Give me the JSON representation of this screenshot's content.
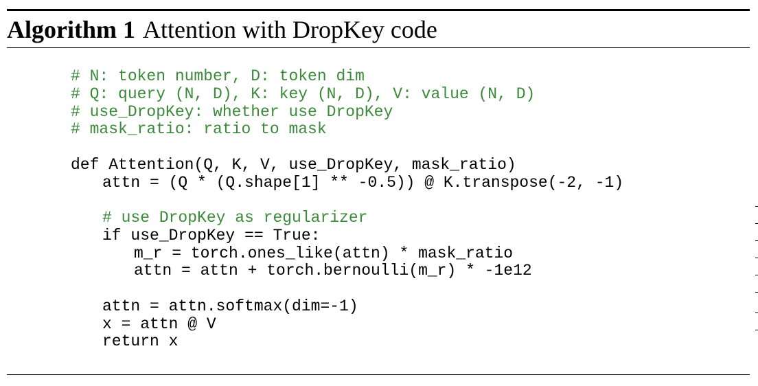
{
  "algorithm": {
    "label": "Algorithm 1",
    "title": "Attention with DropKey code"
  },
  "code_lines": [
    {
      "text": "# N: token number, D: token dim",
      "kind": "comment"
    },
    {
      "text": "# Q: query (N, D), K: key (N, D), V: value (N, D)",
      "kind": "comment"
    },
    {
      "text": "# use_DropKey: whether use DropKey",
      "kind": "comment"
    },
    {
      "text": "# mask_ratio: ratio to mask",
      "kind": "comment"
    },
    {
      "text": "def Attention(Q, K, V, use_DropKey, mask_ratio)",
      "kind": "code"
    },
    {
      "text": "attn = (Q * (Q.shape[1] ** -0.5)) @ K.transpose(-2, -1)",
      "kind": "code"
    },
    {
      "text": "# use DropKey as regularizer",
      "kind": "comment"
    },
    {
      "text": "if use_DropKey == True:",
      "kind": "code"
    },
    {
      "text": "m_r = torch.ones_like(attn) * mask_ratio",
      "kind": "code"
    },
    {
      "text": "attn = attn + torch.bernoulli(m_r) * -1e12",
      "kind": "code"
    },
    {
      "text": "attn = attn.softmax(dim=-1)",
      "kind": "code"
    },
    {
      "text": "x = attn @ V",
      "kind": "code"
    },
    {
      "text": "return x",
      "kind": "code"
    }
  ],
  "colors": {
    "comment": "#3a8a3a",
    "code": "#000000"
  }
}
